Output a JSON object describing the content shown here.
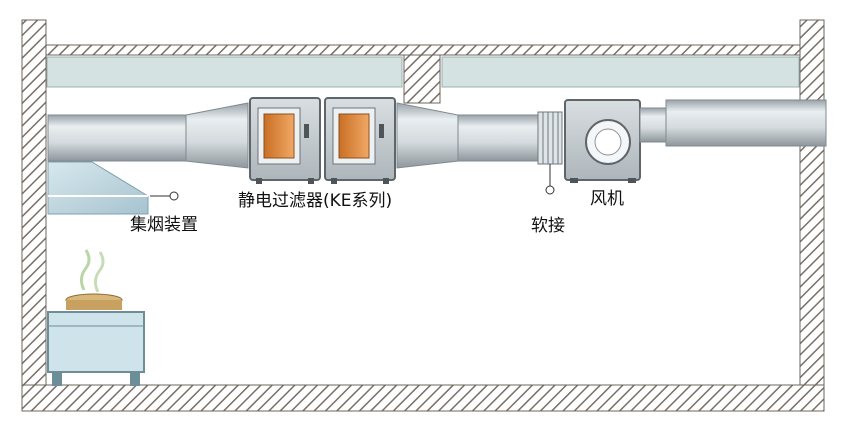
{
  "labels": {
    "hood": "集烟装置",
    "filter": "静电过滤器(KE系列)",
    "flex_joint": "软接",
    "fan": "风机"
  },
  "colors": {
    "duct_light": "#e6ebee",
    "duct_mid": "#bcc4c9",
    "duct_dark": "#8d979e",
    "filter_window": "#d98a3a",
    "beam": "#d4e2e2",
    "hatch": "#7a6f66",
    "stove": "#cfe4ea"
  }
}
